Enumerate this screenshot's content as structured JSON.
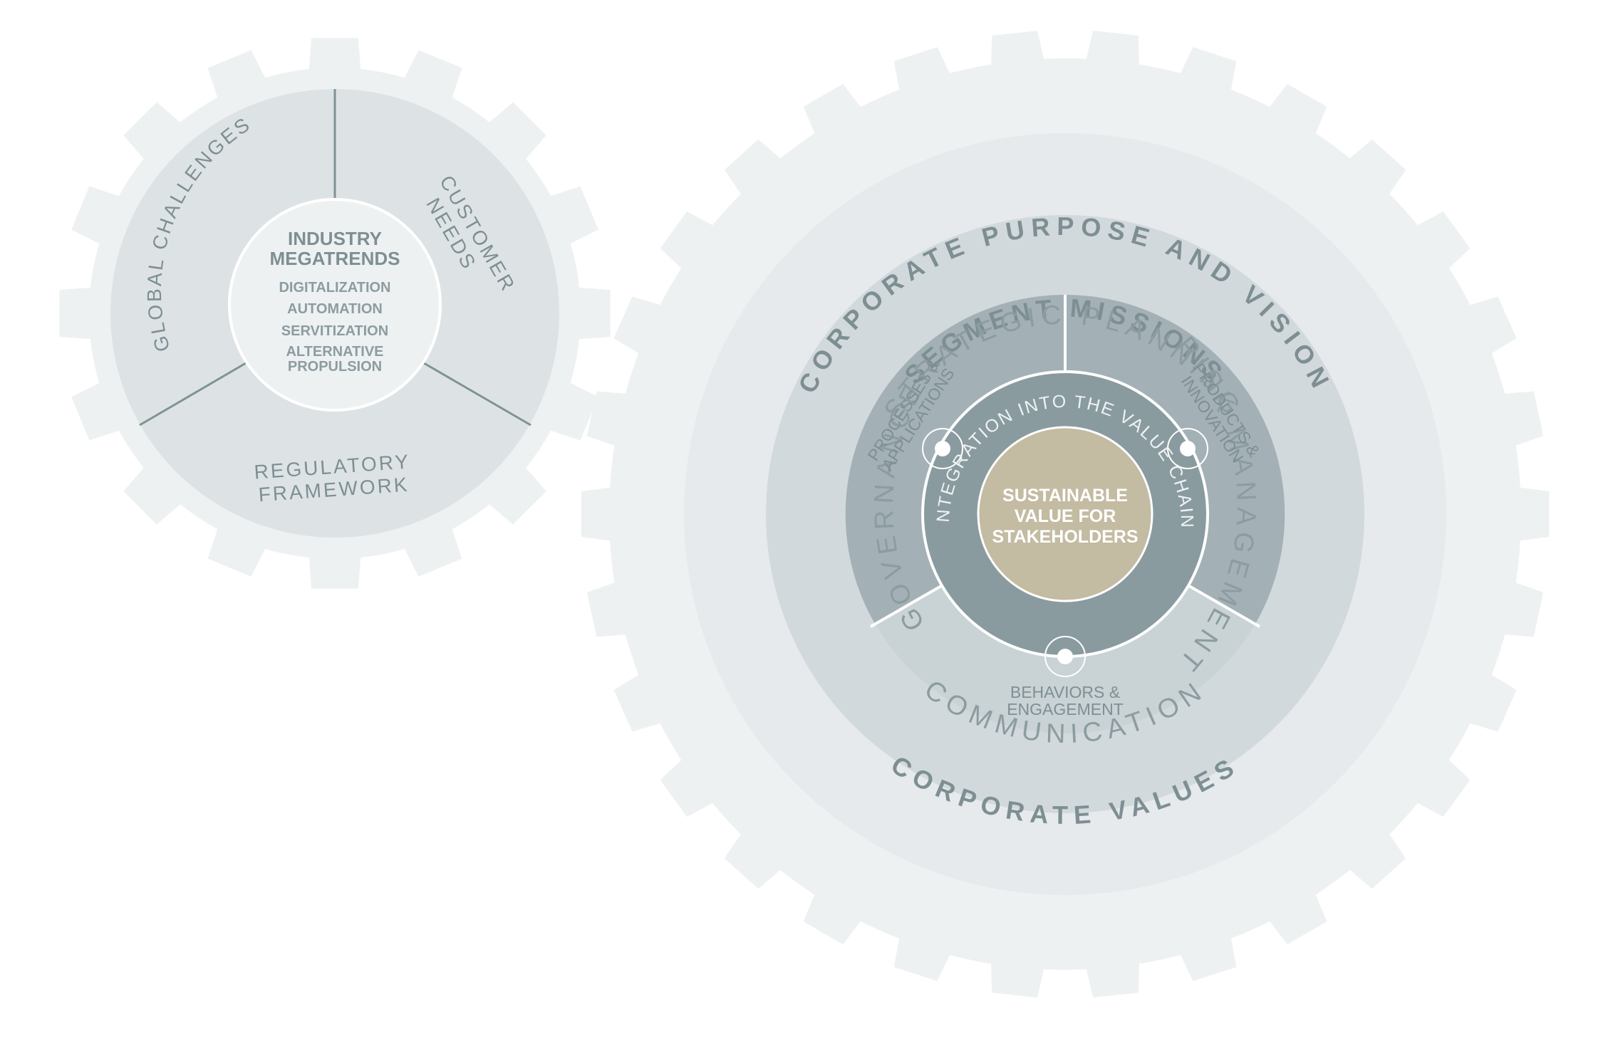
{
  "colors": {
    "gear": "#eef1f2",
    "gear_face": "#dde3e5",
    "ring_outer": "#e6eaec",
    "ring_mid": "#d2d9dc",
    "ring_inner": "#a3b1b6",
    "ring_inner_light": "#c9d2d5",
    "ring_core": "#8a9ba0",
    "core_fill": "#c3bba2",
    "divider": "#7f9296",
    "label_dark": "#7e8f94",
    "label_mid": "#8c9ca1",
    "label_on_dark": "#eef2f3",
    "white": "#ffffff"
  },
  "left_gear": {
    "center_title": [
      "INDUSTRY",
      "MEGATRENDS"
    ],
    "center_items": [
      "DIGITALIZATION",
      "AUTOMATION",
      "SERVITIZATION",
      "ALTERNATIVE",
      "PROPULSION"
    ],
    "segment_global": "GLOBAL CHALLENGES",
    "segment_customer": [
      "CUSTOMER",
      "NEEDS"
    ],
    "segment_regulatory": [
      "REGULATORY",
      "FRAMEWORK"
    ]
  },
  "right_gear": {
    "outer_top": "CORPORATE PURPOSE AND VISION",
    "outer_bottom": "CORPORATE VALUES",
    "missions": "SEGMENT MISSIONS",
    "strategic": "STRATEGIC PLANNING",
    "governance": "GOVERNANCE",
    "risk": "RISK MANAGEMENT",
    "communication": "COMMUNICATION",
    "processes": [
      "PROCESSES &",
      "APPLICATIONS"
    ],
    "products": [
      "PRODUCTS &",
      "INNOVATION"
    ],
    "behaviors": [
      "BEHAVIORS &",
      "ENGAGEMENT"
    ],
    "integration": "INTEGRATION INTO THE VALUE CHAIN",
    "core": [
      "SUSTAINABLE",
      "VALUE FOR",
      "STAKEHOLDERS"
    ]
  }
}
